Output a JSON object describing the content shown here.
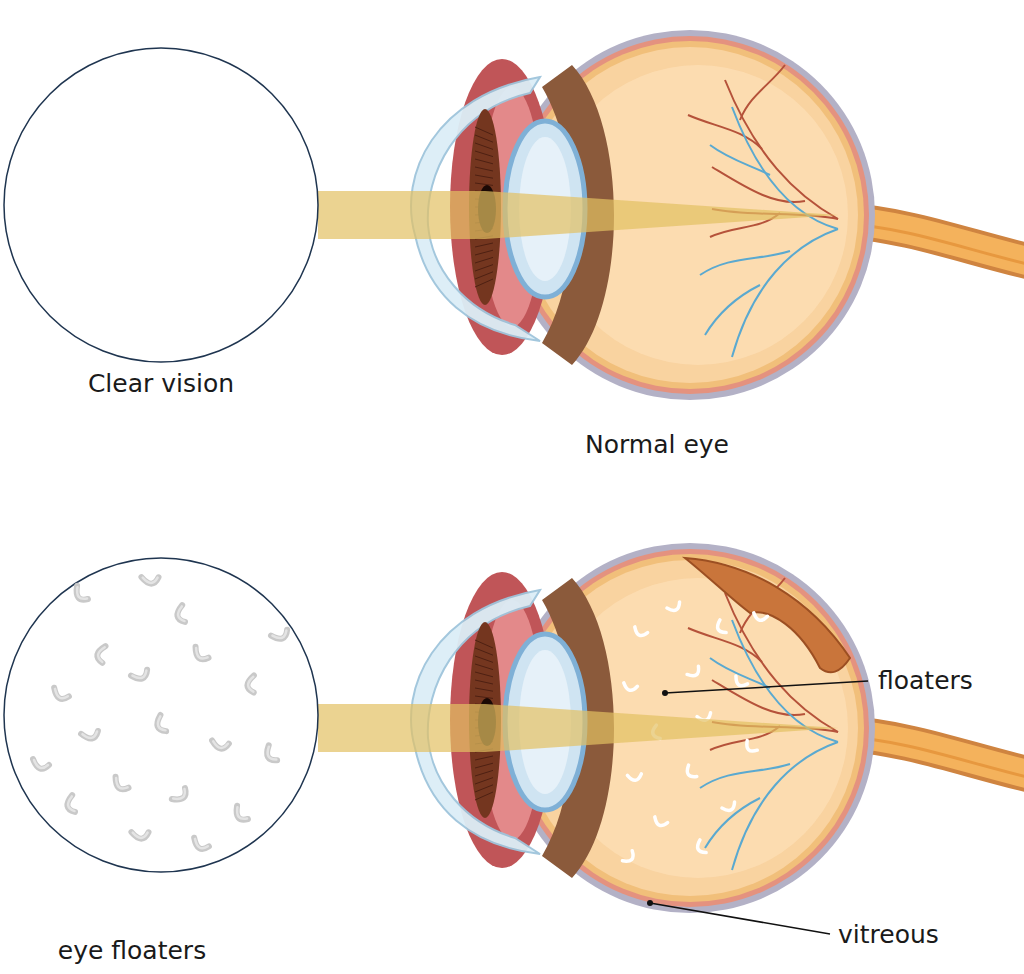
{
  "diagram": {
    "nodes": [
      {
        "text": [
          "Clear vision"
        ]
      },
      {
        "text": [
          "eye floaters"
        ]
      }
    ],
    "labels": [
      "Normal eye",
      "floaters",
      "vitreous"
    ]
  }
}
